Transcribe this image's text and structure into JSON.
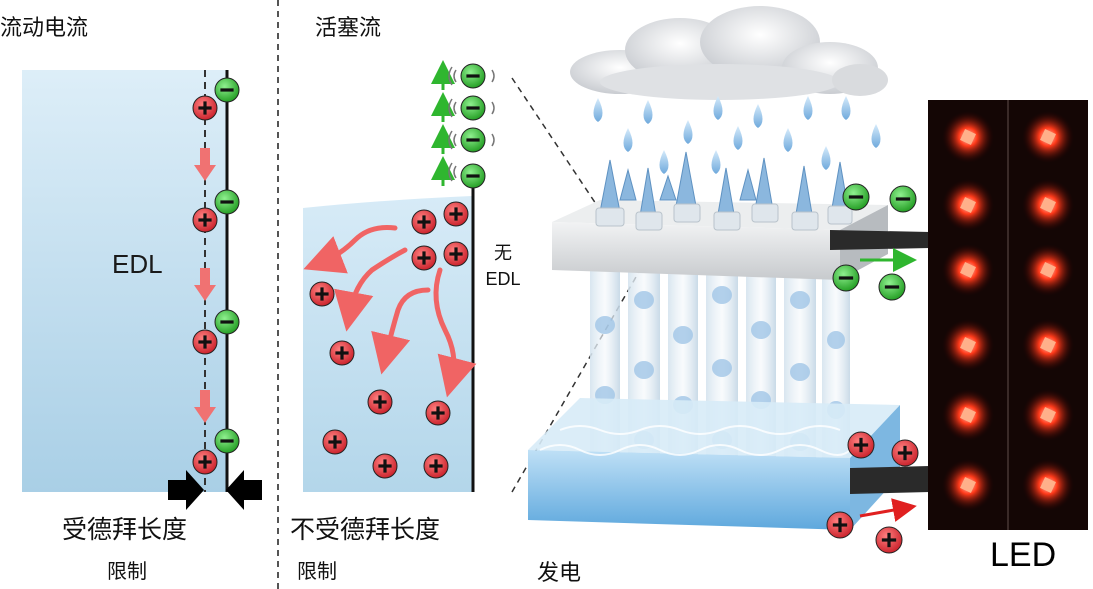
{
  "panels": {
    "streaming": {
      "title": "流动电流",
      "edl_label": "EDL",
      "caption_line1": "受德拜长度",
      "caption_line2": "限制"
    },
    "plug": {
      "title": "活塞流",
      "no_edl_line1": "无",
      "no_edl_line2": "EDL",
      "caption_line1": "不受德拜长度",
      "caption_line2": "限制"
    },
    "generation": {
      "caption": "发电"
    },
    "led": {
      "label": "LED"
    }
  },
  "colors": {
    "positive_ion": "#e8383d",
    "negative_ion": "#2fb62f",
    "fluid": "#cfe6f4",
    "flow_arrow": "#f06464",
    "current_arrow_green": "#2fb62f",
    "current_arrow_red": "#e02020"
  }
}
